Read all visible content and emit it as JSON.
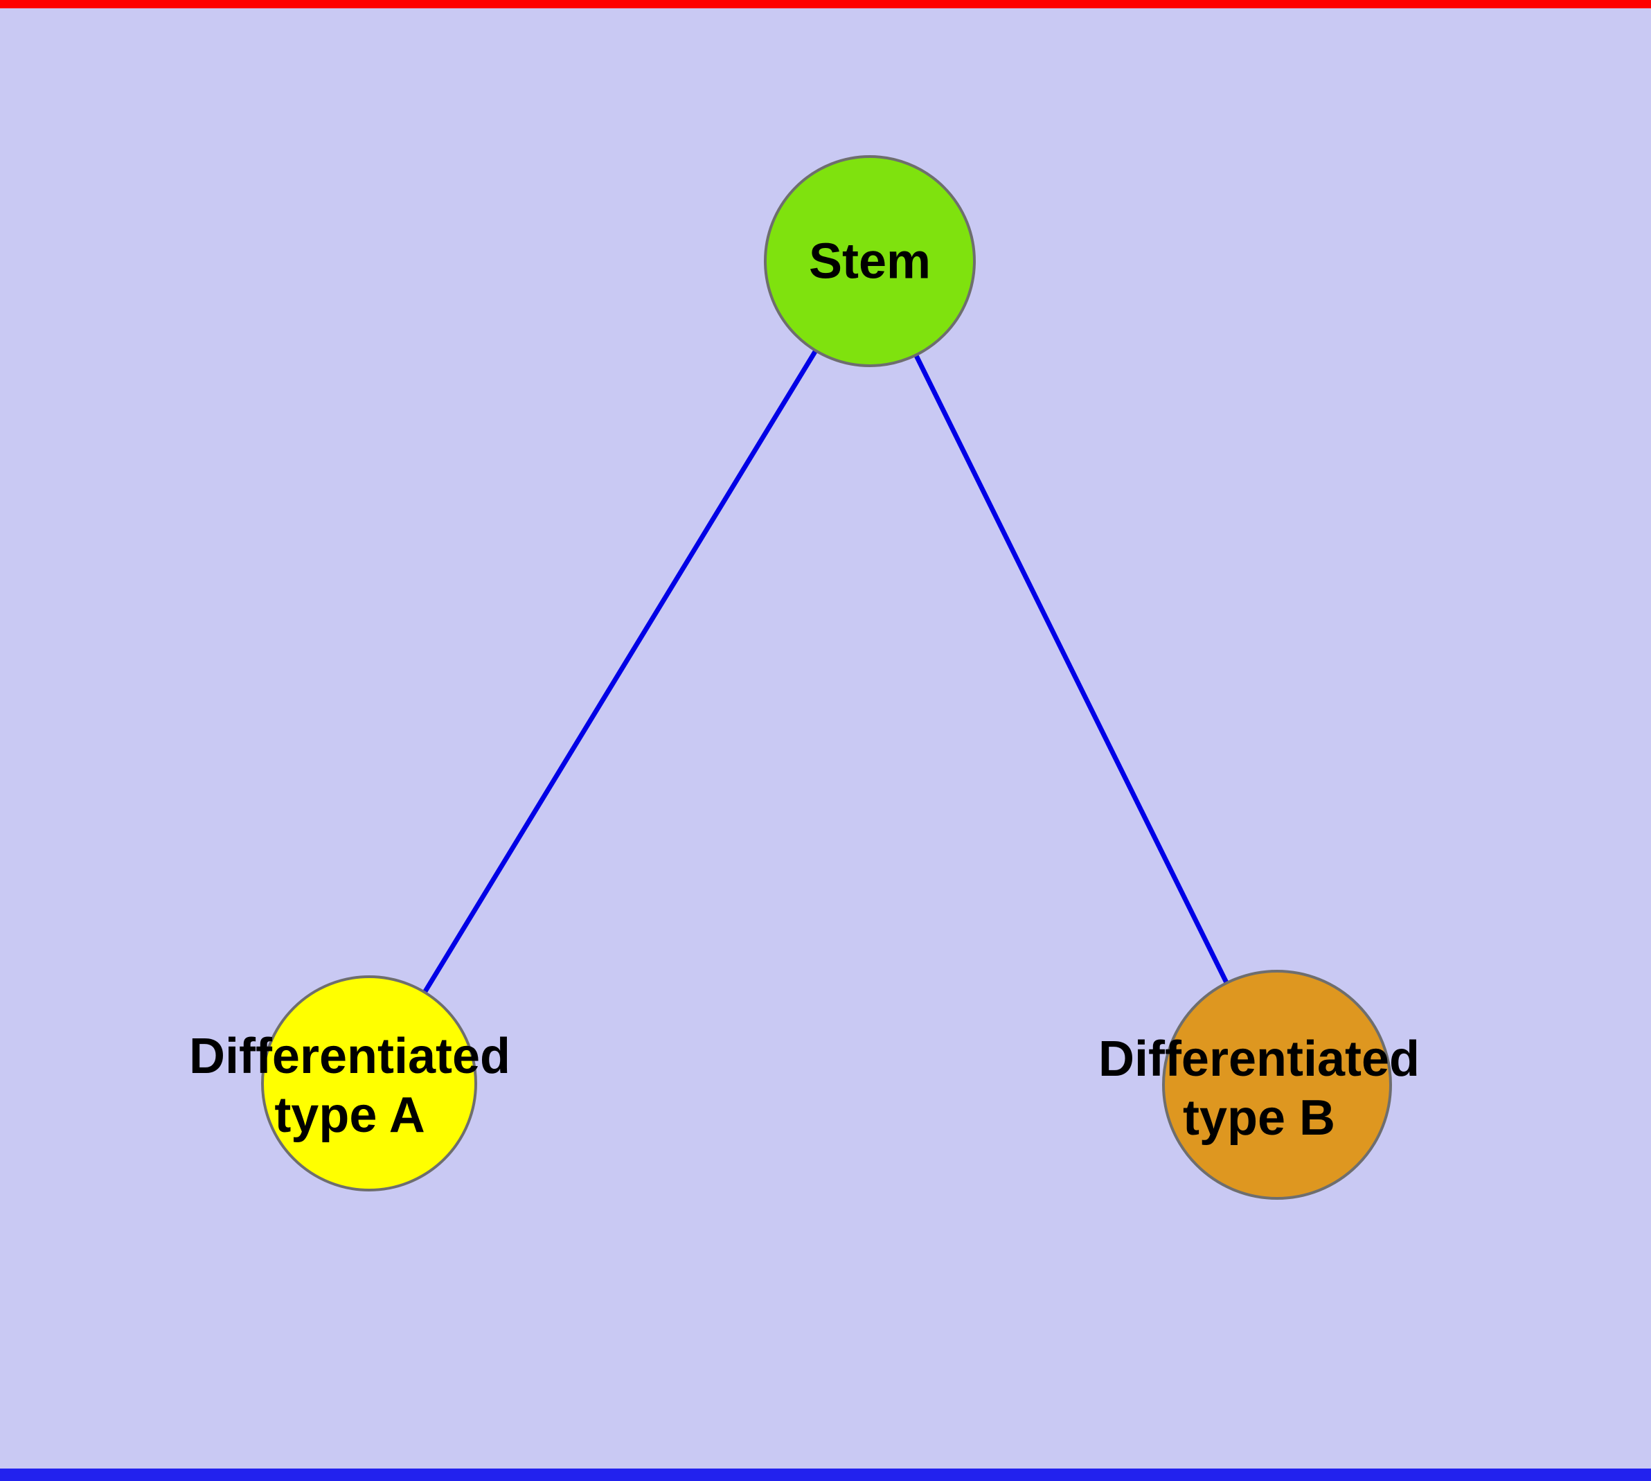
{
  "diagram": {
    "type": "node-link-graph",
    "background_color": "#c9c9f3",
    "top_border_color": "#ff0000",
    "bottom_border_color": "#2222ee",
    "edge_color": "#0000e6",
    "node_border_color": "#6e6e6e",
    "nodes": {
      "stem": {
        "label": "Stem",
        "fill": "#7fe20e",
        "shape": "circle"
      },
      "diff_a": {
        "label": "Differentiated\ntype A",
        "fill": "#ffff00",
        "shape": "circle"
      },
      "diff_b": {
        "label": "Differentiated\ntype B",
        "fill": "#de9720",
        "shape": "circle"
      }
    },
    "edges": [
      {
        "from": "stem",
        "to": "diff_a"
      },
      {
        "from": "stem",
        "to": "diff_b"
      }
    ]
  }
}
